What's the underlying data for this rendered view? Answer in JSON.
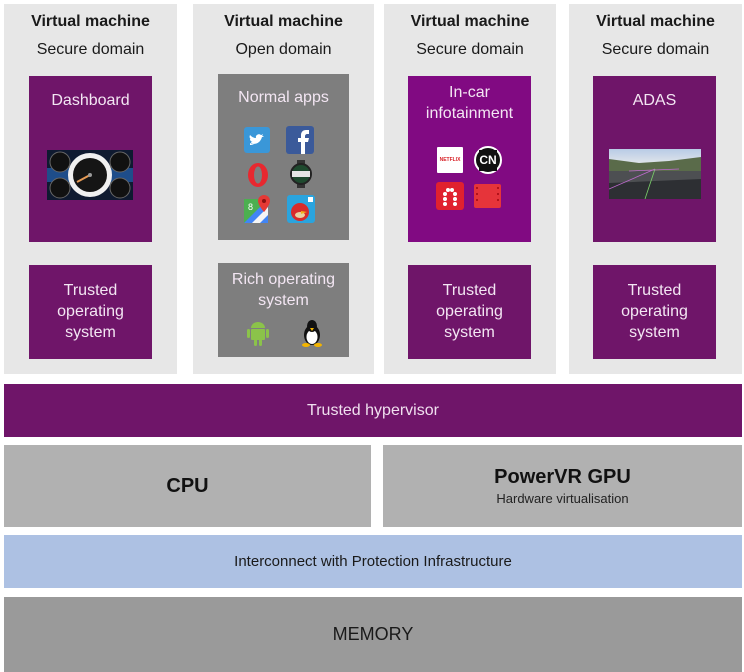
{
  "columns": [
    {
      "title": "Virtual machine",
      "subtitle": "Secure domain",
      "app_box": {
        "label": "Dashboard",
        "image": "instrument-cluster-image"
      },
      "os_box": {
        "label_lines": [
          "Trusted",
          "operating",
          "system"
        ]
      }
    },
    {
      "title": "Virtual machine",
      "subtitle": "Open domain",
      "app_box": {
        "label": "Normal apps",
        "icons": [
          "twitter-icon",
          "facebook-icon",
          "opera-icon",
          "android-wear-icon",
          "google-maps-icon",
          "angry-birds-icon"
        ]
      },
      "os_box": {
        "label_lines": [
          "Rich operating",
          "system"
        ],
        "icons": [
          "android-icon",
          "linux-tux-icon"
        ]
      }
    },
    {
      "title": "Virtual machine",
      "subtitle": "Secure domain",
      "app_box": {
        "label_lines": [
          "In-car",
          "infotainment"
        ],
        "icons": [
          "netflix-icon",
          "cartoon-network-icon",
          "media-app-icon",
          "video-player-icon"
        ],
        "netflix_text": "NETFLIX",
        "cn_text": "CN"
      },
      "os_box": {
        "label_lines": [
          "Trusted",
          "operating",
          "system"
        ]
      }
    },
    {
      "title": "Virtual machine",
      "subtitle": "Secure domain",
      "app_box": {
        "label": "ADAS",
        "image": "road-camera-image"
      },
      "os_box": {
        "label_lines": [
          "Trusted",
          "operating",
          "system"
        ]
      }
    }
  ],
  "hypervisor": {
    "label": "Trusted hypervisor"
  },
  "cpu": {
    "label": "CPU"
  },
  "gpu": {
    "label": "PowerVR GPU",
    "sublabel": "Hardware virtualisation"
  },
  "interconnect": {
    "label": "Interconnect with Protection Infrastructure"
  },
  "memory": {
    "label": "MEMORY"
  },
  "colors": {
    "secure_purple": "#6f1569",
    "infotainment_purple": "#810a82",
    "open_gray": "#7e7e7e",
    "column_bg": "#e7e7e7",
    "hardware_gray": "#b1b1b1",
    "interconnect_blue": "#adc1e3",
    "memory_gray": "#9a9a9a"
  }
}
